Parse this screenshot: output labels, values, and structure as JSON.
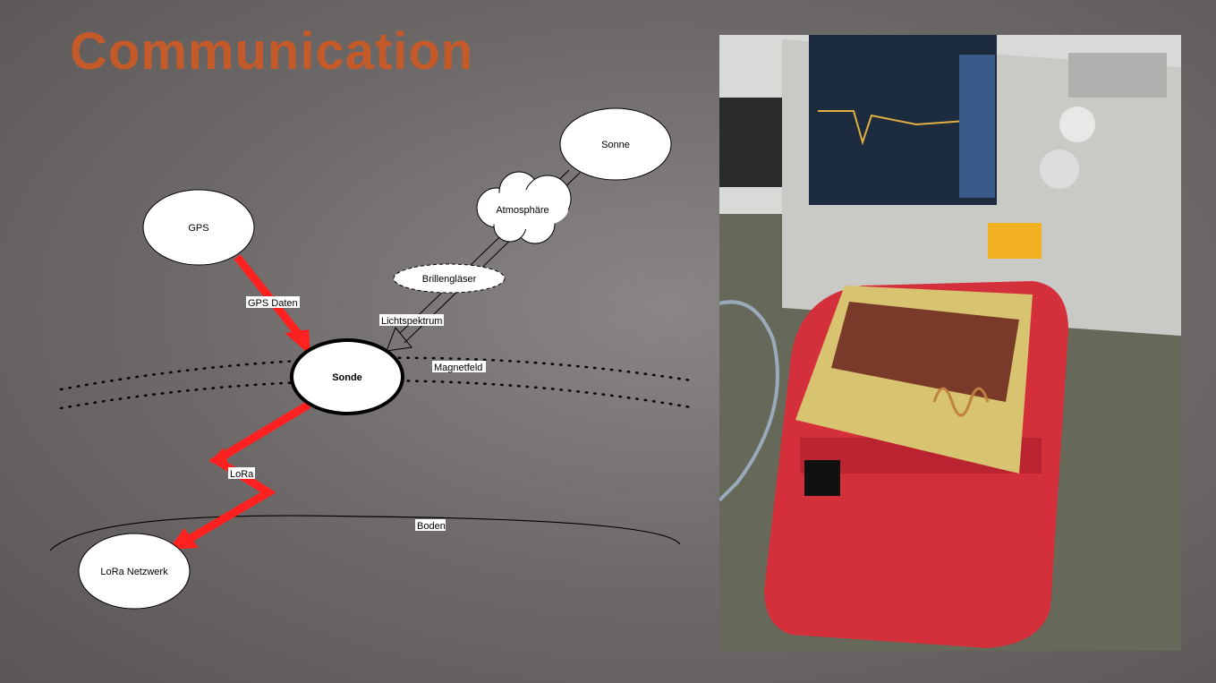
{
  "slide": {
    "title": "Communication"
  },
  "diagram": {
    "nodes": {
      "gps": "GPS",
      "sonne": "Sonne",
      "atmosphaere": "Atmosphäre",
      "brillenglaeser": "Brillengläser",
      "sonde": "Sonde",
      "lora_netzwerk": "LoRa Netzwerk"
    },
    "edges": {
      "gps_daten": "GPS Daten",
      "lichtspektrum": "Lichtspektrum",
      "magnetfeld": "Magnetfeld",
      "lora": "LoRa",
      "boden": "Boden"
    },
    "colors": {
      "arrow": "#ff2020",
      "title": "#c45a2a"
    }
  }
}
